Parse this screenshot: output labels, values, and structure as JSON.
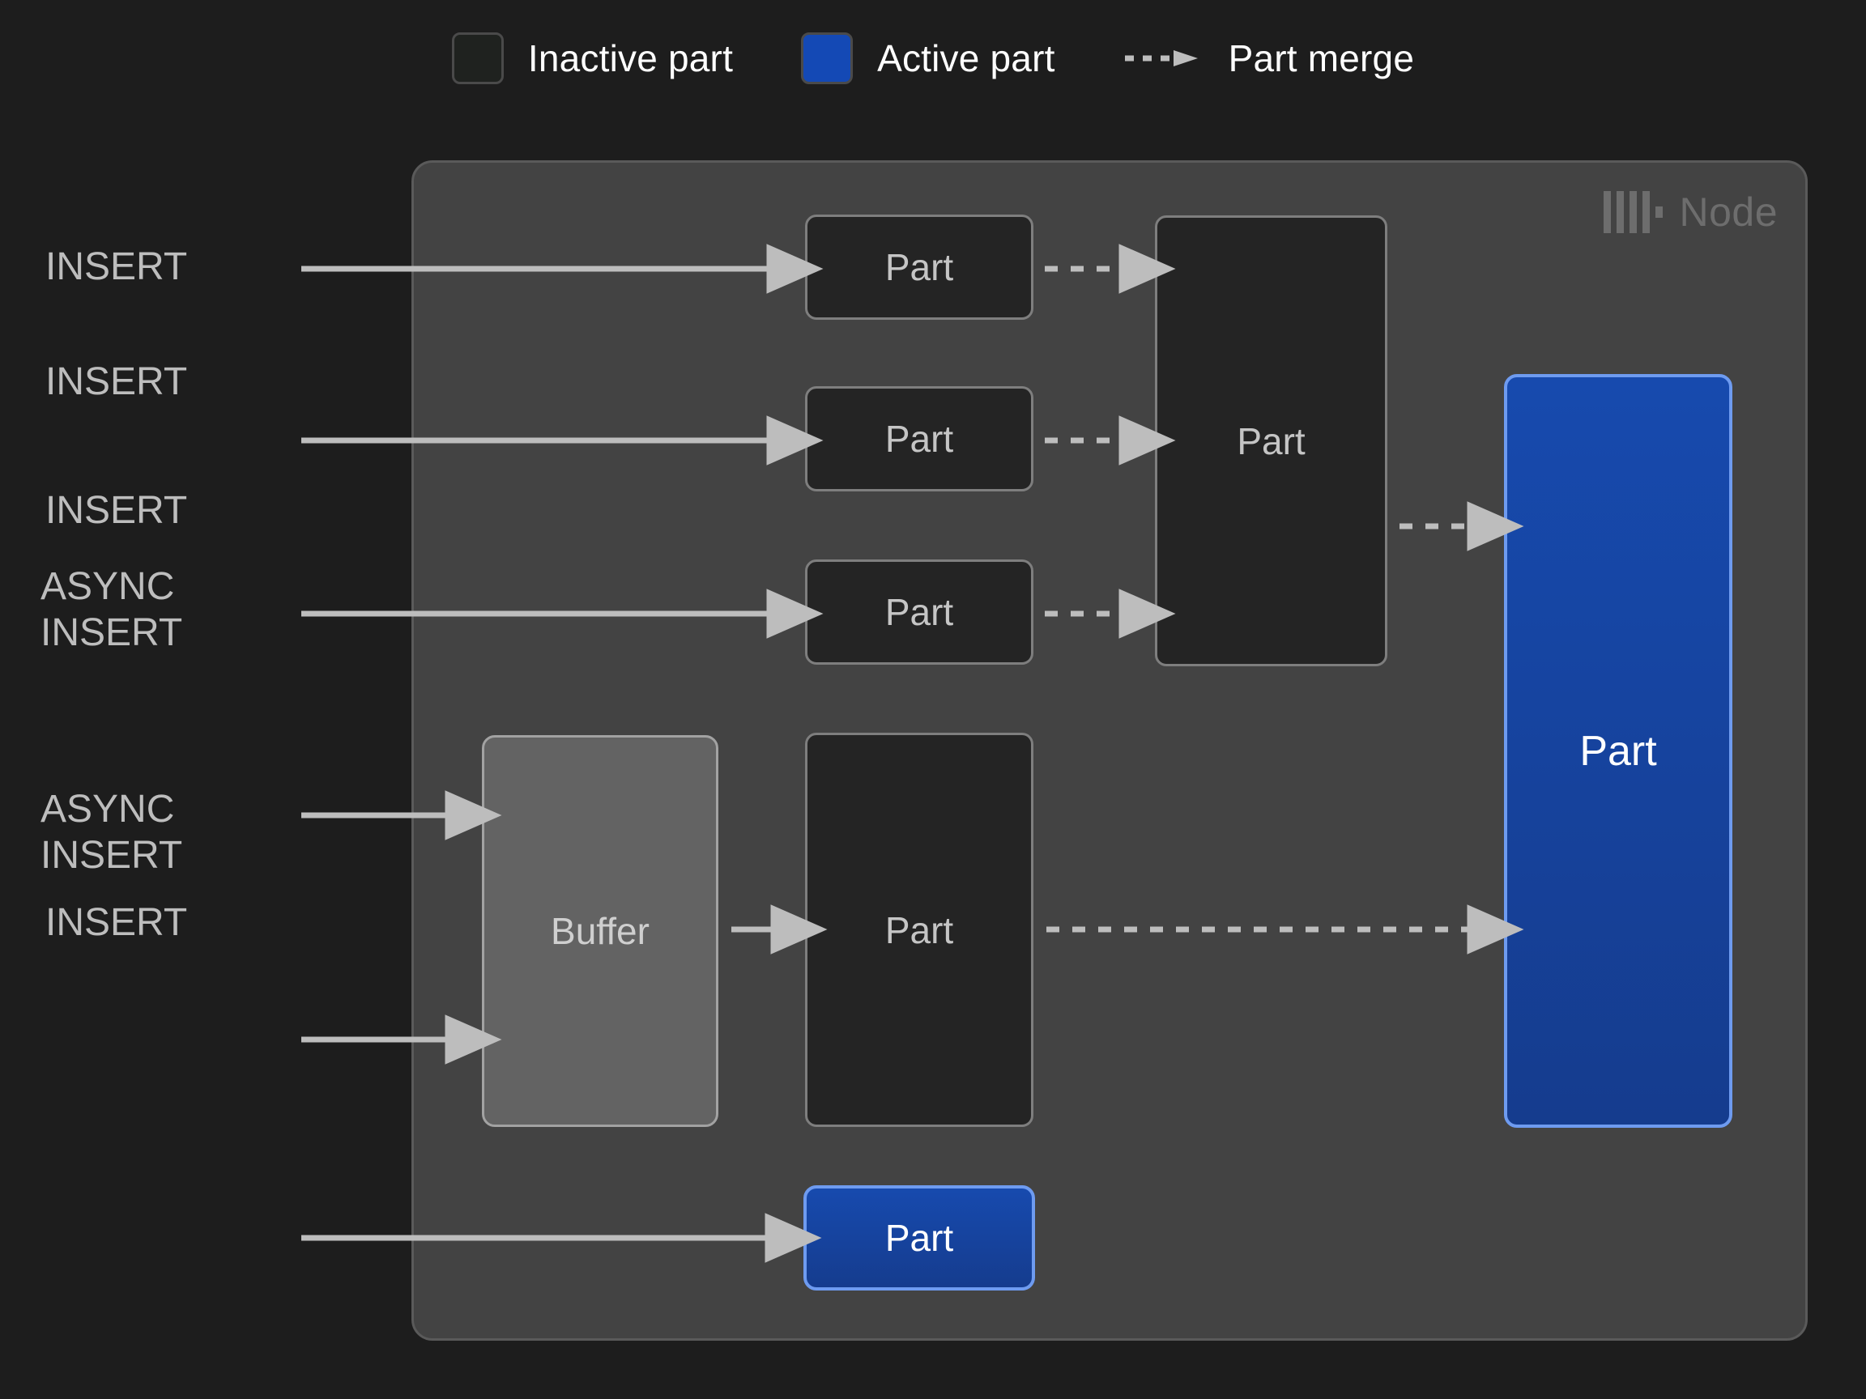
{
  "legend": {
    "items": [
      {
        "id": "inactive-part",
        "label": "Inactive part",
        "swatch": "inactive",
        "color": "#1f221f"
      },
      {
        "id": "active-part",
        "label": "Active part",
        "swatch": "active",
        "color": "#1449b5"
      },
      {
        "id": "part-merge",
        "label": "Part merge",
        "swatch": "dashed-arrow",
        "color": "#bdbdbd"
      }
    ]
  },
  "node": {
    "title": "Node",
    "logo_icon": "clickhouse-logo-icon",
    "panel_color": "#434343",
    "border_color": "#5a5a5a"
  },
  "sources": [
    {
      "id": "insert-1",
      "label": "INSERT"
    },
    {
      "id": "insert-2",
      "label": "INSERT"
    },
    {
      "id": "insert-3",
      "label": "INSERT"
    },
    {
      "id": "async-insert-1",
      "label": "ASYNC\nINSERT"
    },
    {
      "id": "async-insert-2",
      "label": "ASYNC\nINSERT"
    },
    {
      "id": "insert-4",
      "label": "INSERT"
    }
  ],
  "boxes": [
    {
      "id": "part-a1",
      "label": "Part",
      "state": "inactive"
    },
    {
      "id": "part-a2",
      "label": "Part",
      "state": "inactive"
    },
    {
      "id": "part-a3",
      "label": "Part",
      "state": "inactive"
    },
    {
      "id": "part-merged",
      "label": "Part",
      "state": "inactive"
    },
    {
      "id": "buffer",
      "label": "Buffer",
      "state": "buffer"
    },
    {
      "id": "part-async",
      "label": "Part",
      "state": "inactive"
    },
    {
      "id": "part-final",
      "label": "Part",
      "state": "active"
    },
    {
      "id": "part-insert",
      "label": "Part",
      "state": "active"
    }
  ],
  "colors": {
    "background": "#1d1d1d",
    "panel": "#434343",
    "inactive_fill": "#242424",
    "inactive_border": "#7e7e7e",
    "active_fill": "#1746a8",
    "active_border": "#6e9bf0",
    "buffer_fill": "#636363",
    "arrow": "#bdbdbd",
    "text": "#c5c5c5"
  }
}
